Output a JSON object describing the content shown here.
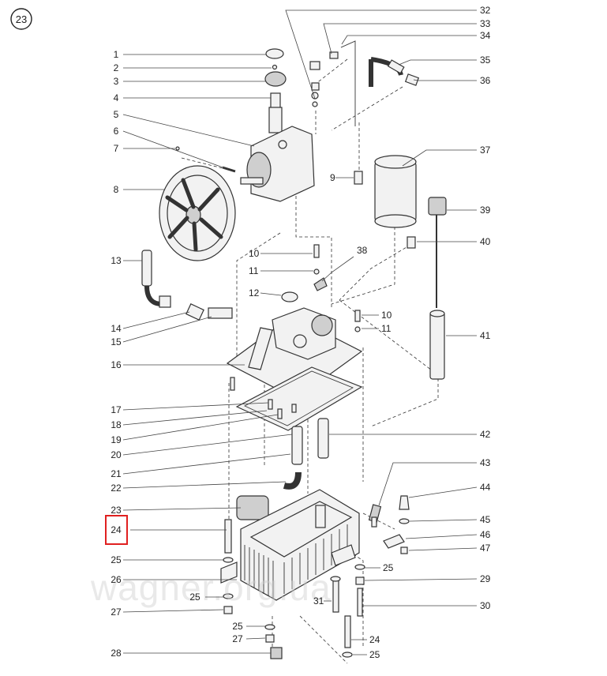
{
  "diagram": {
    "page_badge": "23",
    "watermark": "wagner.org.ua",
    "highlighted_callout": "24",
    "callouts_left": [
      "1",
      "2",
      "3",
      "4",
      "5",
      "6",
      "7",
      "8",
      "13",
      "14",
      "15",
      "16",
      "17",
      "18",
      "19",
      "20",
      "21",
      "22",
      "23",
      "24",
      "25",
      "26",
      "25",
      "27",
      "25",
      "27",
      "28"
    ],
    "callouts_right": [
      "32",
      "33",
      "34",
      "35",
      "36",
      "9",
      "37",
      "39",
      "40",
      "10",
      "11",
      "38",
      "12",
      "10",
      "11",
      "41",
      "42",
      "43",
      "44",
      "45",
      "46",
      "47",
      "25",
      "29",
      "31",
      "30",
      "24",
      "25"
    ]
  }
}
